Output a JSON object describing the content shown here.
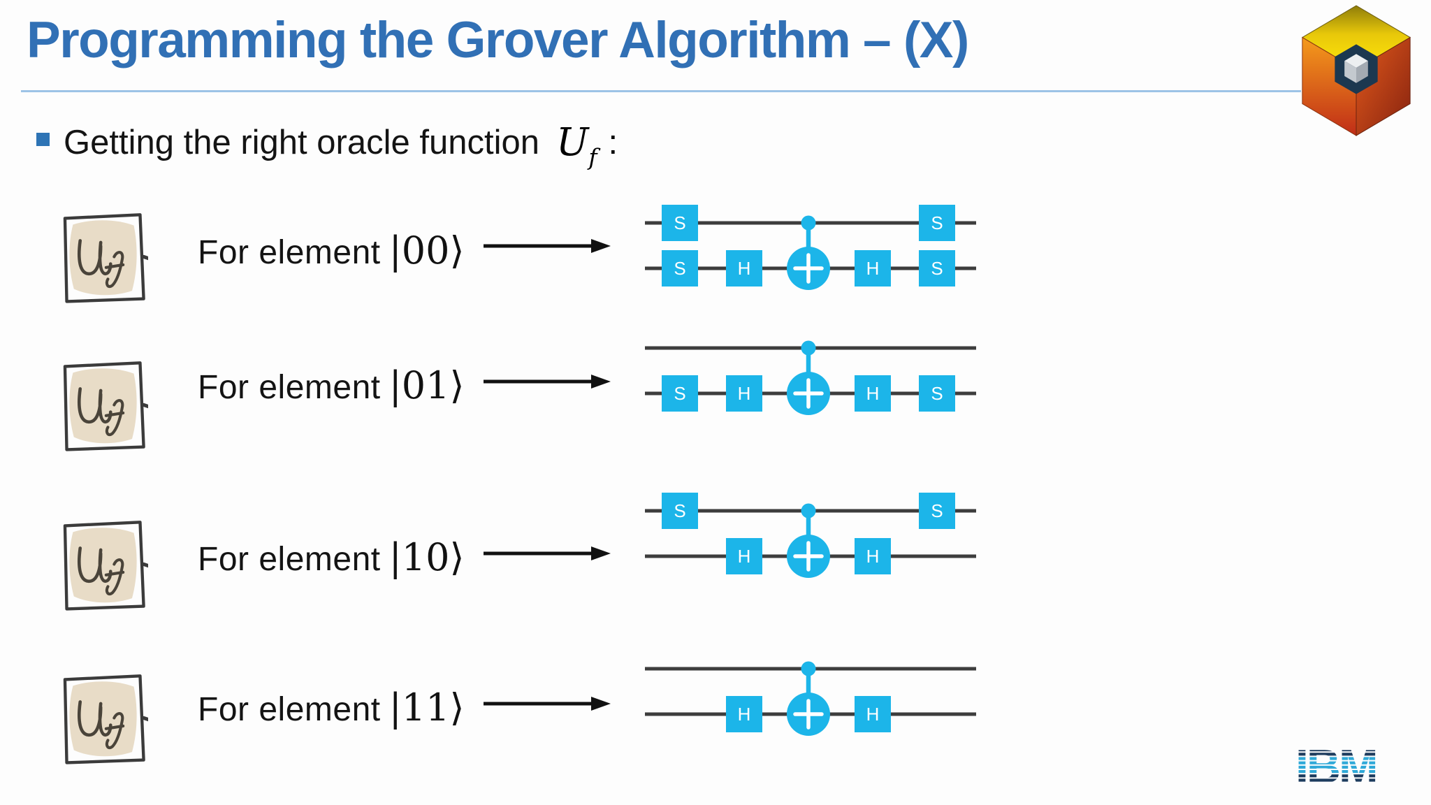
{
  "slide": {
    "title": "Programming the Grover Algorithm – (X)",
    "bullet_text": "Getting the right oracle function",
    "oracle_symbol": "U",
    "oracle_subscript": "f",
    "bullet_suffix": ":"
  },
  "colors": {
    "title_blue": "#3170B5",
    "bullet_blue": "#2E74B5",
    "underline_blue": "#9DC3E6",
    "gate_cyan": "#1CB5E9",
    "wire_gray": "#3D3D3D",
    "text_black": "#141414",
    "ibm_dark": "#1D3C5E",
    "ibm_cyan": "#2FA9D8"
  },
  "rows": [
    {
      "label": "For element",
      "ket": "|00⟩",
      "circuit": {
        "top": [
          "S",
          "",
          "dot",
          "",
          "S"
        ],
        "bottom": [
          "S",
          "H",
          "CX",
          "H",
          "S"
        ]
      }
    },
    {
      "label": "For element",
      "ket": "|01⟩",
      "circuit": {
        "top": [
          "",
          "",
          "dot",
          "",
          ""
        ],
        "bottom": [
          "S",
          "H",
          "CX",
          "H",
          "S"
        ]
      }
    },
    {
      "label": "For element",
      "ket": "|10⟩",
      "circuit": {
        "top": [
          "S",
          "",
          "dot",
          "",
          "S"
        ],
        "bottom": [
          "",
          "H",
          "CX",
          "H",
          ""
        ]
      }
    },
    {
      "label": "For element",
      "ket": "|11⟩",
      "circuit": {
        "top": [
          "",
          "",
          "dot",
          "",
          ""
        ],
        "bottom": [
          "",
          "H",
          "CX",
          "H",
          ""
        ]
      }
    }
  ],
  "logos": {
    "ibm_text": "IBM",
    "cube_name": "quantum-cube-logo",
    "uf_icon_name": "oracle-uf-sketch"
  }
}
